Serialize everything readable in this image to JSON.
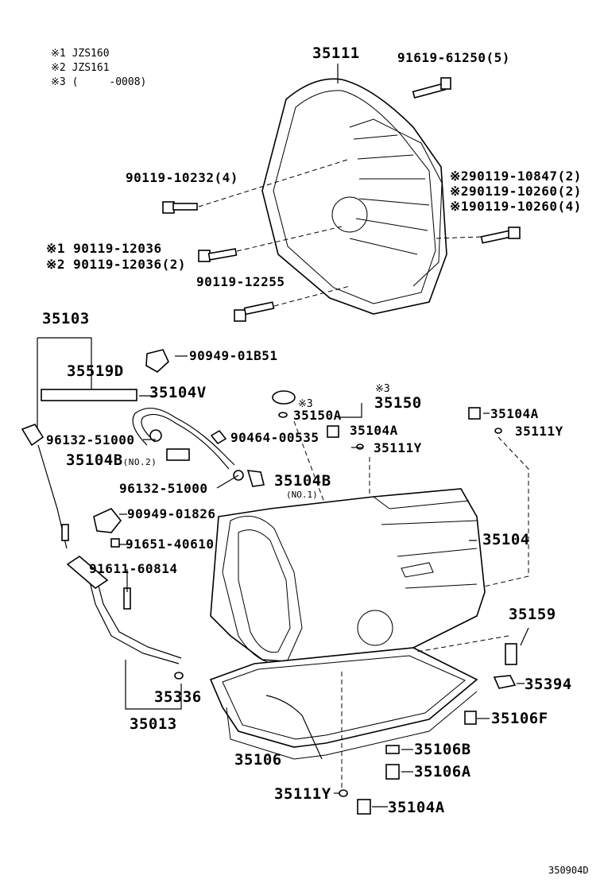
{
  "legend": [
    {
      "mark": "※1",
      "text": "JZS160"
    },
    {
      "mark": "※2",
      "text": "JZS161"
    },
    {
      "mark": "※3",
      "text": "(　　　-0008)"
    }
  ],
  "labels": {
    "p35111": "35111",
    "p91619": "91619-61250(5)",
    "p90119_10232": "90119-10232(4)",
    "p90119_10847": "※290119-10847(2)",
    "p90119_10260a": "※290119-10260(2)",
    "p90119_10260b": "※190119-10260(4)",
    "p90119_12036a": "※1 90119-12036",
    "p90119_12036b": "※2 90119-12036(2)",
    "p90119_12255": "90119-12255",
    "p35103": "35103",
    "p35519D": "35519D",
    "p90949_01B51": "90949-01B51",
    "p35104V": "35104V",
    "p35150_mark": "※3",
    "p35150": "35150",
    "p35150A_mark": "※3",
    "p35150A": "35150A",
    "p35104A_r": "35104A",
    "p35111Y_r": "35111Y",
    "p96132_a": "96132-51000",
    "p90464": "90464-00535",
    "p35104A_m": "35104A",
    "p35104B2": "35104B",
    "p35104B2_note": "(NO.2)",
    "p35111Y_m": "35111Y",
    "p96132_b": "96132-51000",
    "p35104B1": "35104B",
    "p35104B1_note": "(NO.1)",
    "p90949_01826": "90949-01826",
    "p35104": "35104",
    "p91651": "91651-40610",
    "p91611": "91611-60814",
    "p35159": "35159",
    "p35394": "35394",
    "p35336": "35336",
    "p35013": "35013",
    "p35106F": "35106F",
    "p35106": "35106",
    "p35106B": "35106B",
    "p35106A": "35106A",
    "p35111Y_b": "35111Y",
    "p35104A_b": "35104A",
    "diagram_code": "350904D"
  }
}
